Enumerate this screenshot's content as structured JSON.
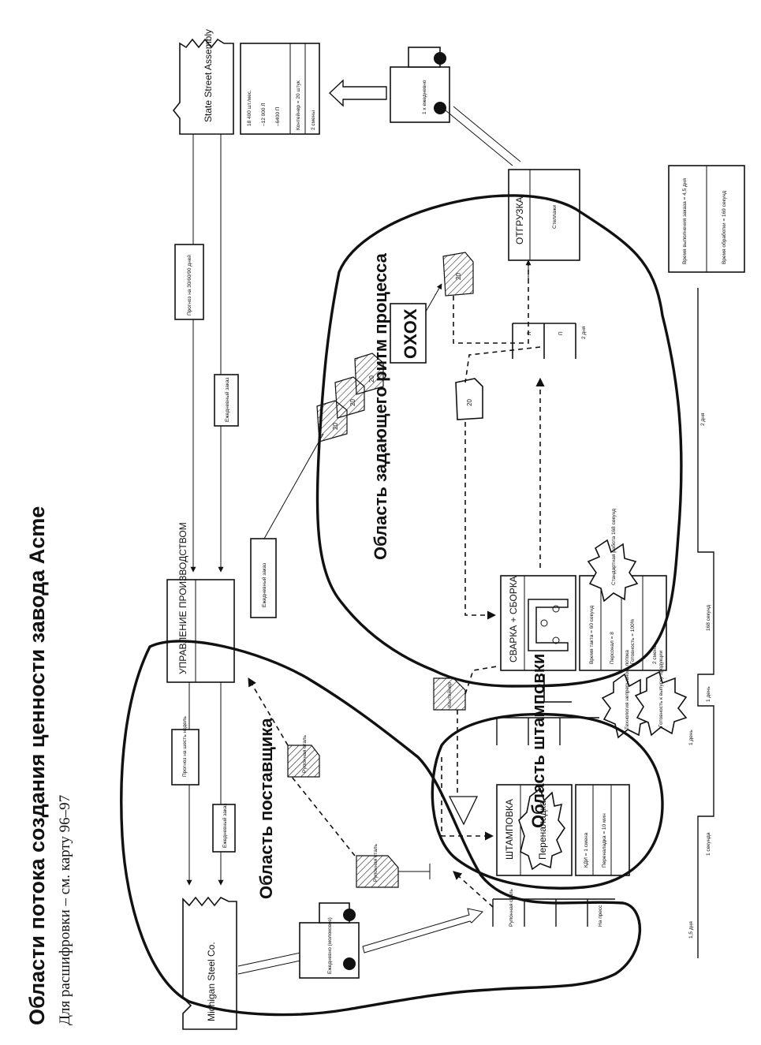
{
  "header": {
    "title": "Области потока создания ценности завода Acme",
    "subtitle": "Для расшифровки – см. карту 96–97"
  },
  "customer": {
    "name": "State Street Assembly",
    "info": [
      "18 400 шт./мес.",
      "–12 000 Л",
      "–6400 П",
      "Контейнер = 20 штук",
      "2 смены"
    ]
  },
  "supplier": {
    "name": "Michigan Steel Co."
  },
  "production_control": {
    "label": "УПРАВЛЕНИЕ ПРОИЗВОДСТВОМ"
  },
  "info_flows": {
    "forecast_customer": "Прогноз на 30/60/90 дней",
    "daily_order_customer": "Ежедневный заказ",
    "forecast_supplier": "Прогноз на шесть недель",
    "daily_order_supplier": "Ежедневный заказ",
    "daily_order_kanban": "Ежедневный заказ"
  },
  "trucks": {
    "customer_truck": "1 х ежедневно",
    "supplier_truck": "Ежедневно (молоковоз)"
  },
  "kanbans": {
    "coil": "Рулонная сталь",
    "coil_2": "Рулонная сталь",
    "k20": "20",
    "container": "Контейнер"
  },
  "heijunka": "OXOX",
  "areas": {
    "supplier": "Область поставщика",
    "pacemaker": "Область задающего ритм процесса",
    "stamping": "Область штамповки"
  },
  "processes": {
    "stamping": {
      "name": "ШТАМПОВКА",
      "data": [
        "КДИ = 1 смена",
        "Переналадка = 10 мин"
      ],
      "kaizen": "Переналадка"
    },
    "weld": {
      "name": "СВАРКА + СБОРКА",
      "data": [
        "Время такта = 60 секунд",
        "Персонал = 8",
        "Готовность = 100%",
        "2 смены"
      ]
    },
    "shipping": {
      "name": "ОТГРУЗКА",
      "sub": "Стеллажи"
    }
  },
  "supermarket_labels": {
    "raw": "Рулонная сталь",
    "press": "На пресс",
    "fg_left": "Л",
    "fg_right": "П",
    "fg_days": "2 дня"
  },
  "kaizen_bursts": [
    "Стандартная работа 168 секунд",
    "Технология непрерывного потока",
    "Готовность к выпуску продукции"
  ],
  "timeline": {
    "lead": [
      "1,5 дня",
      "1 день",
      "1 день",
      "2 дня"
    ],
    "process": [
      "1 секунда",
      "168 секунд"
    ],
    "summary": [
      "Время выполнения заказа = 4,5 дня",
      "Время обработки = 169 секунд"
    ]
  }
}
